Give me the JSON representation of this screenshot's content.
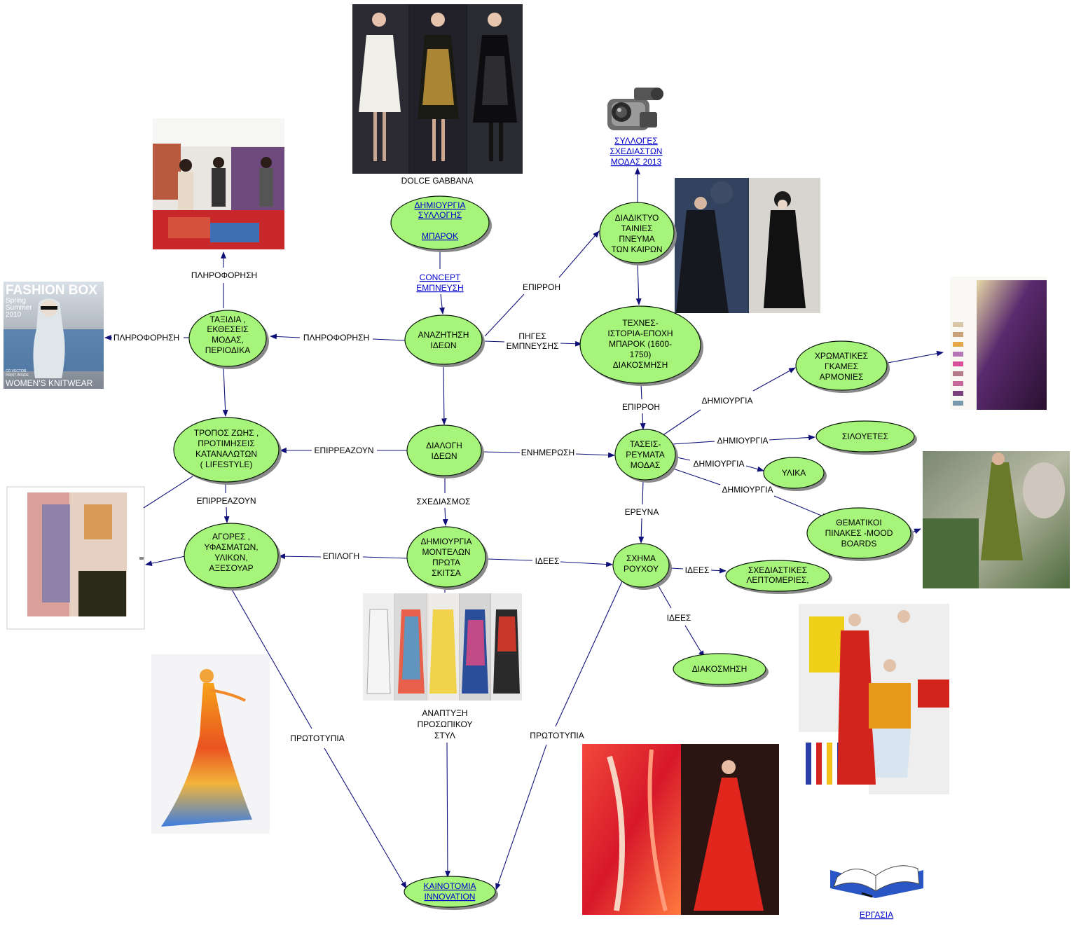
{
  "colors": {
    "node_fill": "#a6f57a",
    "node_stroke": "#0a1a0a",
    "edge": "#10107a",
    "link_text": "#0000cc"
  },
  "nodes": {
    "collection": [
      "ΔΗΜΙΟΥΡΓΙΑ",
      "ΣΥΛΛΟΓΗΣ",
      "",
      "ΜΠΑΡΟΚ"
    ],
    "travel": [
      "ΤΑΞΙΔΙΑ ,",
      "ΕΚΘΕΣΕΙΣ",
      "ΜΟΔΑΣ,",
      "ΠΕΡΙΟΔΙΚΑ"
    ],
    "search": [
      "ΑΝΑΖΗΤΗΣΗ",
      "ΙΔΕΩΝ"
    ],
    "internet": [
      "ΔΙΑΔΙΚΤΥΟ",
      "ΤΑΙΝΙΕΣ",
      "ΠΝΕΥΜΑ",
      "ΤΩΝ ΚΑΙΡΩΝ"
    ],
    "arts": [
      "ΤΕΧΝΕΣ-",
      "ΙΣΤΟΡΙΑ-ΕΠΟΧΗ",
      "ΜΠΑΡΟΚ (1600-",
      "1750)",
      "ΔΙΑΚΟΣΜΗΣΗ"
    ],
    "color": [
      "ΧΡΩΜΑΤΙΚΕΣ",
      "ΓΚΑΜΕΣ",
      "ΑΡΜΟΝΙΕΣ"
    ],
    "lifestyle": [
      "ΤΡΟΠΟΣ ΖΩΗΣ ,",
      "ΠΡΟΤΙΜΗΣΕΙΣ",
      "ΚΑΤΑΝΑΛΩΤΩΝ",
      "( LIFESTYLE)"
    ],
    "selection": [
      "ΔΙΑΛΟΓΗ",
      "ΙΔΕΩΝ"
    ],
    "trends": [
      "ΤΑΣΕΙΣ-",
      "ΡΕΥΜΑΤΑ",
      "ΜΟΔΑΣ"
    ],
    "silhouettes": [
      "ΣΙΛΟΥΕΤΕΣ"
    ],
    "materials": [
      "ΥΛΙΚΑ"
    ],
    "mood": [
      "ΘΕΜΑΤΙΚΟΙ",
      "ΠΙΝΑΚΕΣ -MOOD",
      "BOARDS"
    ],
    "markets": [
      "ΑΓΟΡΕΣ ,",
      "ΥΦΑΣΜΑΤΩΝ,",
      "ΥΛΙΚΩΝ,",
      "ΑΞΕΣΟΥΑΡ"
    ],
    "models": [
      "ΔΗΜΙΟΥΡΓΙΑ",
      "ΜΟΝΤΕΛΩΝ",
      "ΠΡΩΤΑ",
      "ΣΚΙΤΣΑ"
    ],
    "shape": [
      "ΣΧΗΜΑ",
      "ΡΟΥΧΟΥ"
    ],
    "details": [
      "ΣΧΕΔΙΑΣΤΙΚΕΣ",
      "ΛΕΠΤΟΜΕΡΙΕΣ,"
    ],
    "decoration": [
      "ΔΙΑΚΟΣΜΗΣΗ"
    ],
    "innovation": [
      "ΚΑΙΝΟΤΟΜΙΑ",
      "INNOVATION"
    ]
  },
  "edge_labels": {
    "concept": [
      "CONCEPT",
      "ΕΜΠΝΕΥΣΗ"
    ],
    "info_top": "ΠΛΗΡΟΦΟΡΗΣΗ",
    "info_left": "ΠΛΗΡΟΦΟΡΗΣΗ",
    "info_mid": "ΠΛΗΡΟΦΟΡΗΣΗ",
    "influence_internet": "ΕΠΙΡΡΟΗ",
    "sources": [
      "ΠΗΓΕΣ",
      "ΕΜΠΝΕΥΣΗΣ"
    ],
    "influence_trends": "ΕΠΙΡΡΟΗ",
    "create_color": "ΔΗΜΙΟΥΡΓΙΑ",
    "create_silhouettes": "ΔΗΜΙΟΥΡΓΙΑ",
    "create_materials": "ΔΗΜΙΟΥΡΓΙΑ",
    "create_mood": "ΔΗΜΙΟΥΡΓΙΑ",
    "affect_lifestyle": "ΕΠΙΡΡΕΑΖΟΥΝ",
    "affect_markets": "ΕΠΙΡΡΕΑΖΟΥΝ",
    "briefing": "ΕΝΗΜΕΡΩΣΗ",
    "design": "ΣΧΕΔΙΑΣΜΟΣ",
    "research": "ΕΡΕΥΝΑ",
    "choice": "ΕΠΙΛΟΓΗ",
    "ideas_shape": "ΙΔΕΕΣ",
    "ideas_details": "ΙΔΕΕΣ",
    "ideas_decoration": "ΙΔΕΕΣ",
    "style": [
      "ΑΝΑΠΤΥΞΗ",
      "ΠΡΟΣΩΠΙΚΟΥ",
      "ΣΤΥΛ"
    ],
    "originality_left": "ΠΡΩΤΟΤΥΠΙΑ",
    "originality_right": "ΠΡΩΤΟΤΥΠΙΑ"
  },
  "resource_links": {
    "collections_2013": [
      "ΣΥΛΛΟΓΕΣ",
      "ΣΧΕΔΙΑΣΤΩΝ",
      "ΜΟΔΑΣ 2013"
    ],
    "work": "ΕΡΓΑΣΙΑ"
  },
  "captions": {
    "dolce": "DOLCE GABBANA"
  },
  "magazine": {
    "title": "FASHION BOX",
    "season": [
      "Spring",
      "Summer",
      "2010"
    ],
    "bottom": "WOMEN'S KNITWEAR",
    "small": [
      "CD VECTOR",
      "PRINT INSIDE"
    ]
  },
  "icons": [
    "video-camera-icon",
    "open-book-icon"
  ]
}
